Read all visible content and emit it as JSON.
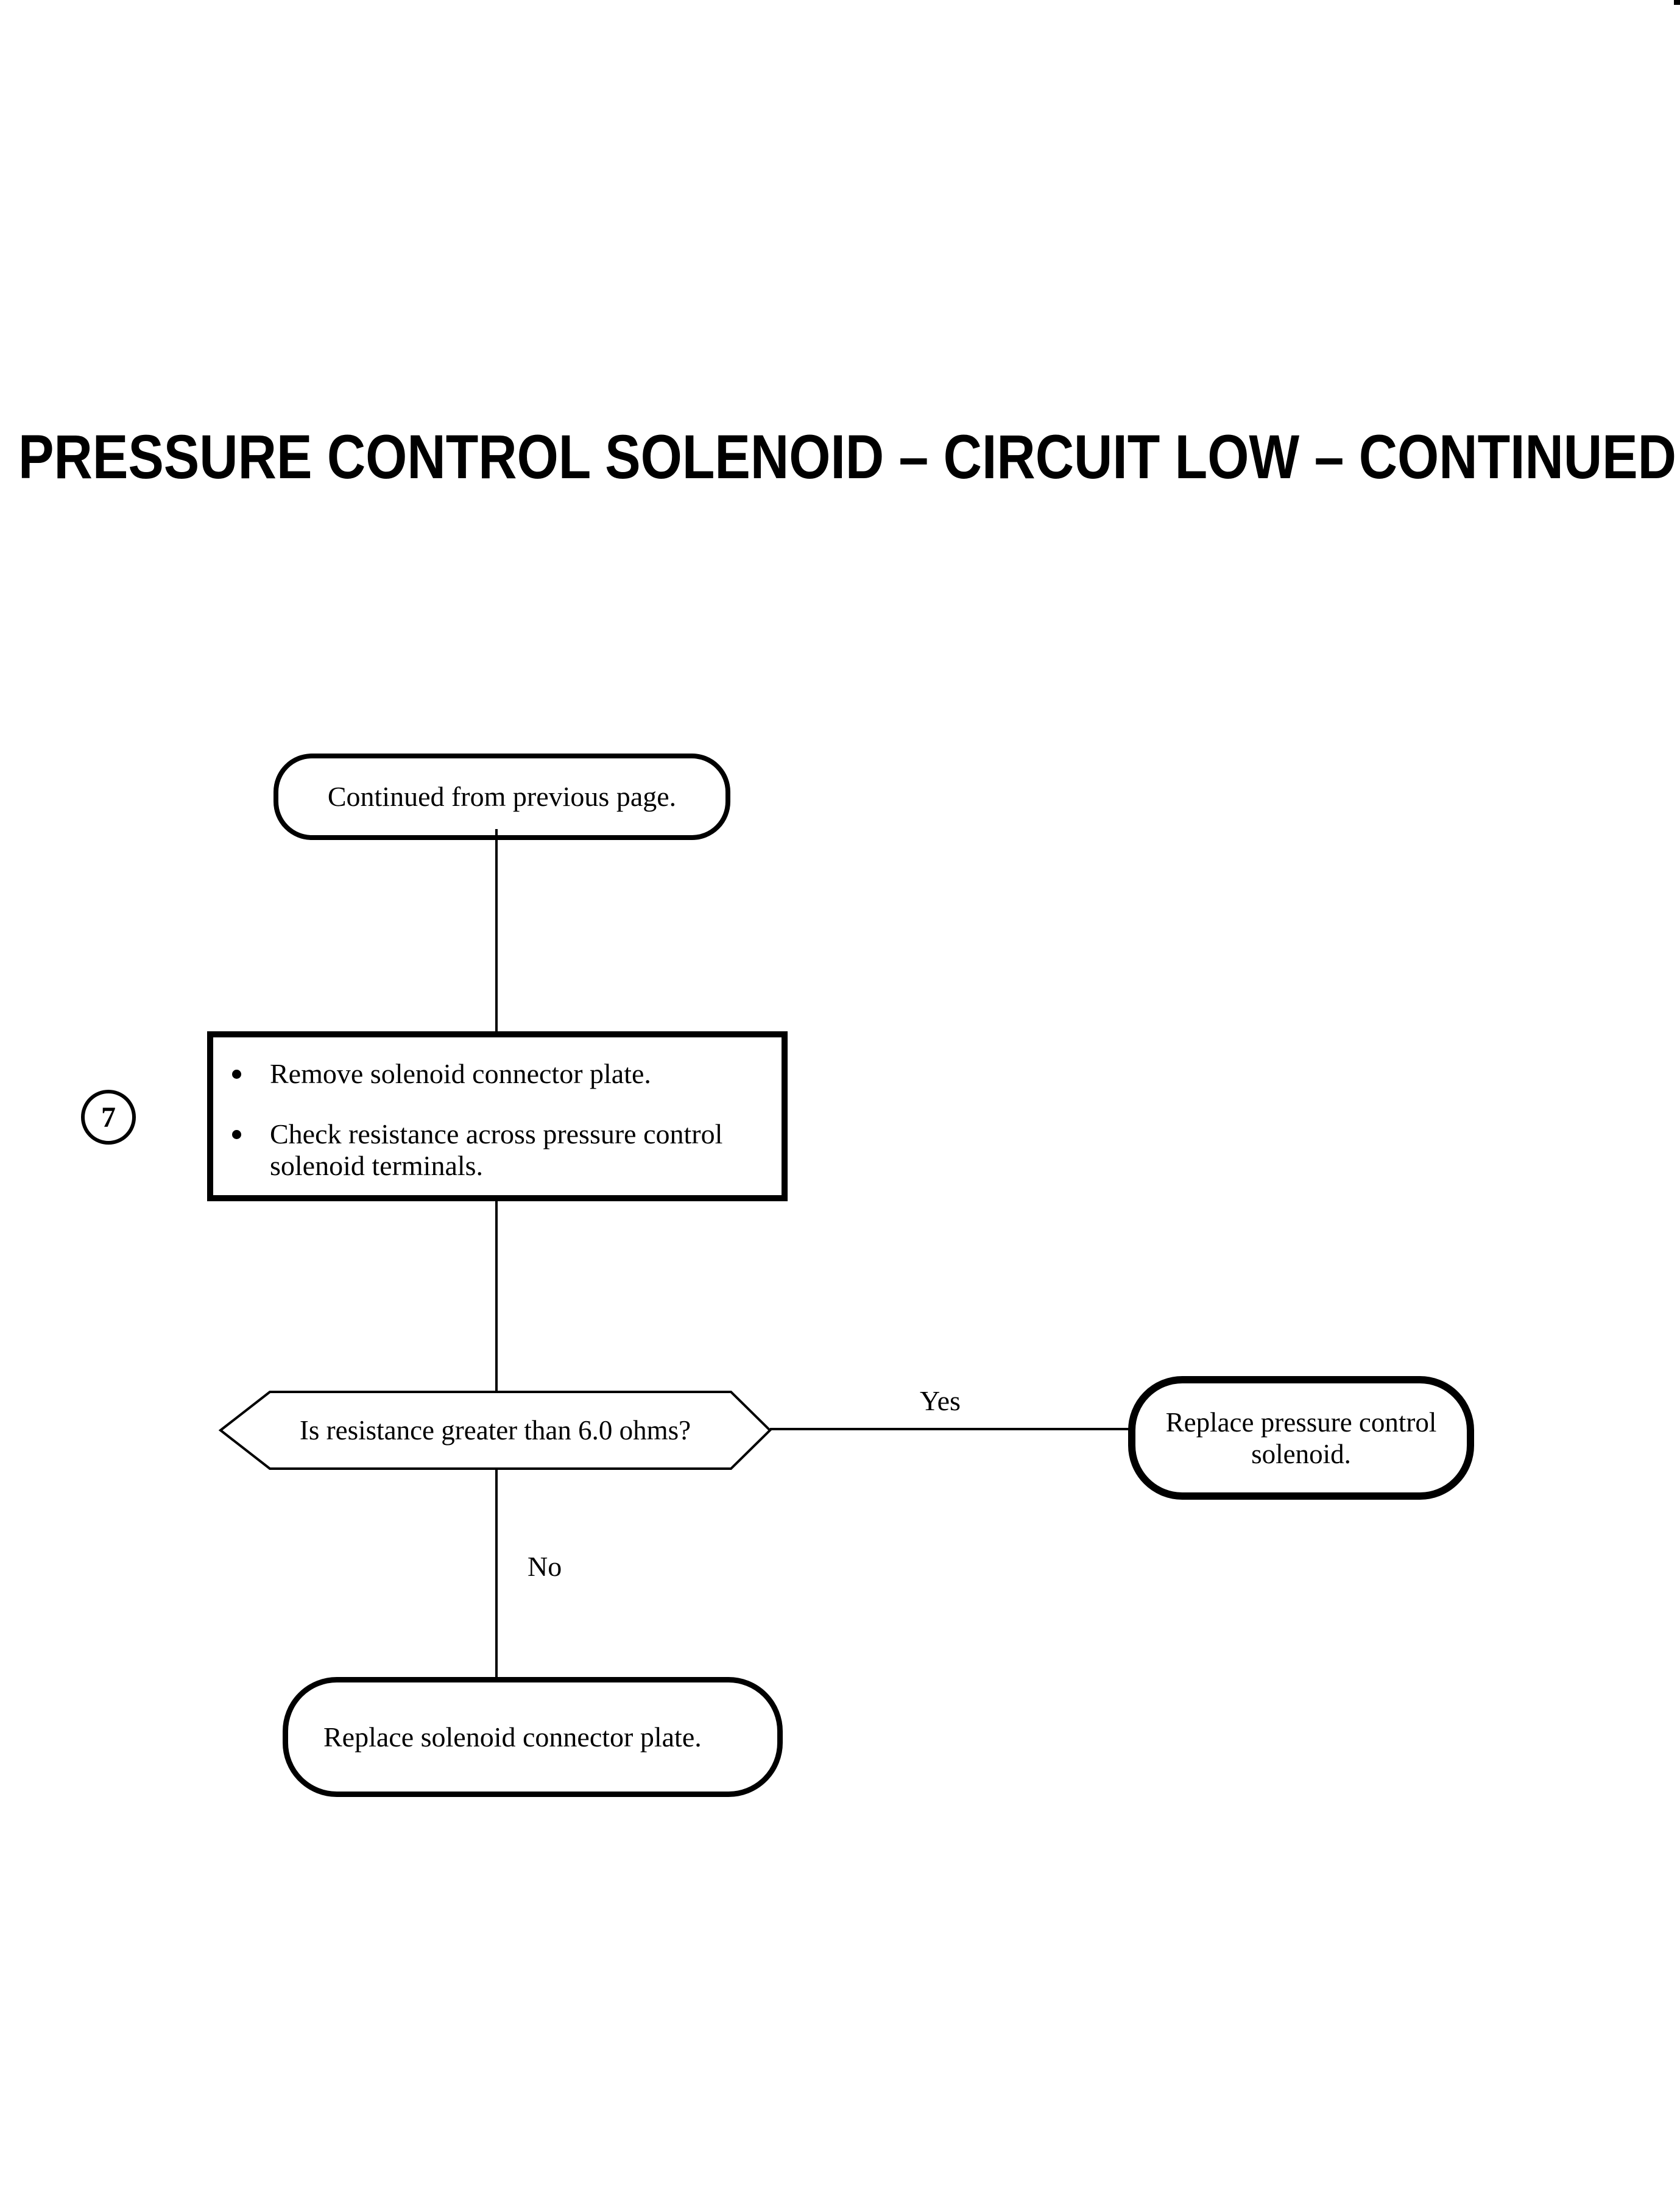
{
  "page": {
    "title": "PRESSURE CONTROL SOLENOID – CIRCUIT LOW – CONTINUED",
    "background_color": "#ffffff",
    "ink_color": "#000000"
  },
  "flowchart": {
    "start_terminator": {
      "text": "Continued from previous page."
    },
    "step_circle": {
      "number": "7"
    },
    "process_box": {
      "bullets": [
        "Remove solenoid connector plate.",
        "Check resistance across pressure control solenoid terminals."
      ]
    },
    "decision": {
      "question": "Is resistance greater than 6.0 ohms?"
    },
    "branches": {
      "yes": {
        "label": "Yes",
        "action": "Replace pressure control solenoid."
      },
      "no": {
        "label": "No",
        "action": "Replace solenoid connector plate."
      }
    }
  }
}
